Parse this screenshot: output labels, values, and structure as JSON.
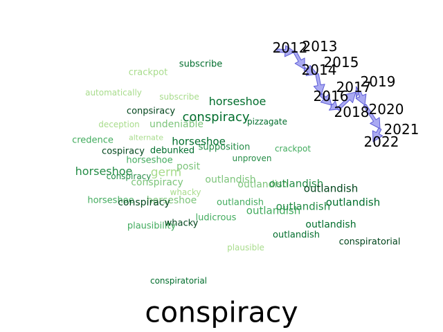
{
  "title": "conspiracy",
  "colors": {
    "arrow_fill": "#aaaaf2",
    "arrow_stroke": "#5c5cd6",
    "year_text": "#000000",
    "shades": [
      "#a8dc8c",
      "#7cc47a",
      "#41ab5d",
      "#238b45",
      "#006d2c",
      "#00441b"
    ]
  },
  "years": [
    "2012",
    "2013",
    "2014",
    "2015",
    "2016",
    "2017",
    "2018",
    "2019",
    "2020",
    "2021",
    "2022"
  ],
  "words": [
    {
      "text": "subscribe",
      "shade": 4
    },
    {
      "text": "crackpot",
      "shade": 0
    },
    {
      "text": "automatically",
      "shade": 0
    },
    {
      "text": "subscribe",
      "shade": 0
    },
    {
      "text": "horseshoe",
      "shade": 4
    },
    {
      "text": "conpsiracy",
      "shade": 5
    },
    {
      "text": "conspiracy",
      "shade": 4
    },
    {
      "text": "pizzagate",
      "shade": 4
    },
    {
      "text": "deception",
      "shade": 0
    },
    {
      "text": "undeniable",
      "shade": 1
    },
    {
      "text": "alternate",
      "shade": 0
    },
    {
      "text": "credence",
      "shade": 2
    },
    {
      "text": "horseshoe",
      "shade": 4
    },
    {
      "text": "supposition",
      "shade": 3
    },
    {
      "text": "crackpot",
      "shade": 2
    },
    {
      "text": "cospiracy",
      "shade": 5
    },
    {
      "text": "debunked",
      "shade": 4
    },
    {
      "text": "horseshoe",
      "shade": 2
    },
    {
      "text": "unproven",
      "shade": 3
    },
    {
      "text": "horseshoe",
      "shade": 3
    },
    {
      "text": "conspiracy",
      "shade": 3
    },
    {
      "text": "germ",
      "shade": 0
    },
    {
      "text": "posit",
      "shade": 1
    },
    {
      "text": "conspiracy",
      "shade": 1
    },
    {
      "text": "outlandish",
      "shade": 1
    },
    {
      "text": "outlandish",
      "shade": 1
    },
    {
      "text": "outlandish",
      "shade": 3
    },
    {
      "text": "outlandish",
      "shade": 5
    },
    {
      "text": "whacky",
      "shade": 0
    },
    {
      "text": "horseshoe",
      "shade": 2
    },
    {
      "text": "horseshoe",
      "shade": 1
    },
    {
      "text": "conspiracy",
      "shade": 5
    },
    {
      "text": "outlandish",
      "shade": 2
    },
    {
      "text": "outlandish",
      "shade": 2
    },
    {
      "text": "outlandish",
      "shade": 3
    },
    {
      "text": "outlandish",
      "shade": 4
    },
    {
      "text": "ludicrous",
      "shade": 2
    },
    {
      "text": "plausibility",
      "shade": 2
    },
    {
      "text": "whacky",
      "shade": 5
    },
    {
      "text": "outlandish",
      "shade": 4
    },
    {
      "text": "outlandish",
      "shade": 4
    },
    {
      "text": "plausible",
      "shade": 0
    },
    {
      "text": "conspiratorial",
      "shade": 5
    },
    {
      "text": "conspiratorial",
      "shade": 4
    }
  ]
}
